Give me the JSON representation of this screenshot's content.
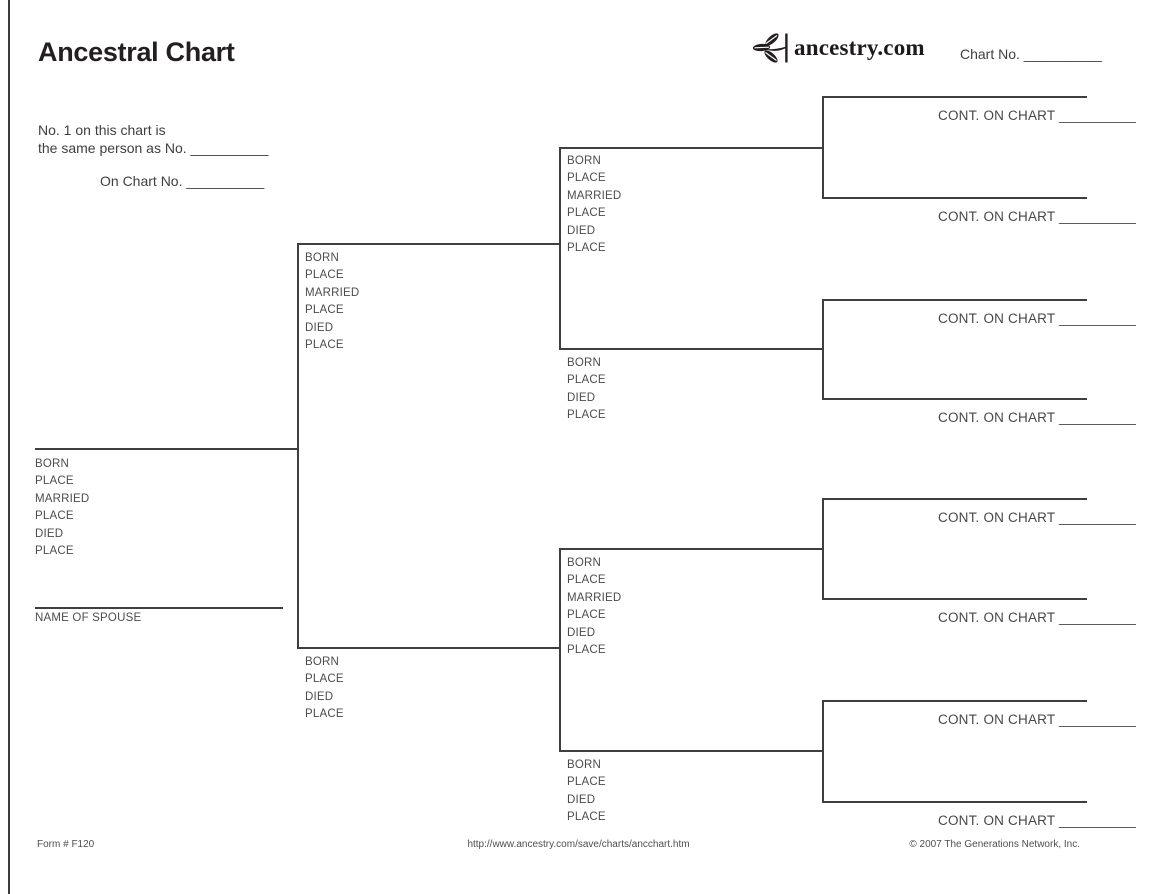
{
  "header": {
    "title": "Ancestral Chart",
    "brand": "ancestry.com",
    "chart_no": "Chart No. __________"
  },
  "notes": {
    "line1": "No. 1 on this chart is",
    "line2": "the same person as No. __________",
    "line3": "On Chart No. __________"
  },
  "field_sets": {
    "with_marriage": [
      "BORN",
      "PLACE",
      "MARRIED",
      "PLACE",
      "DIED",
      "PLACE"
    ],
    "without_marriage": [
      "BORN",
      "PLACE",
      "DIED",
      "PLACE"
    ]
  },
  "labels": {
    "spouse": "NAME OF SPOUSE",
    "cont_on_chart": "CONT. ON CHART __________"
  },
  "footer": {
    "form_number": "Form # F120",
    "url": "http://www.ancestry.com/save/charts/ancchart.htm",
    "copyright": "© 2007 The Generations Network, Inc."
  },
  "colors": {
    "line": "#3f3f3f",
    "label_text": "#4c4c4c",
    "title_text": "#231f20"
  }
}
